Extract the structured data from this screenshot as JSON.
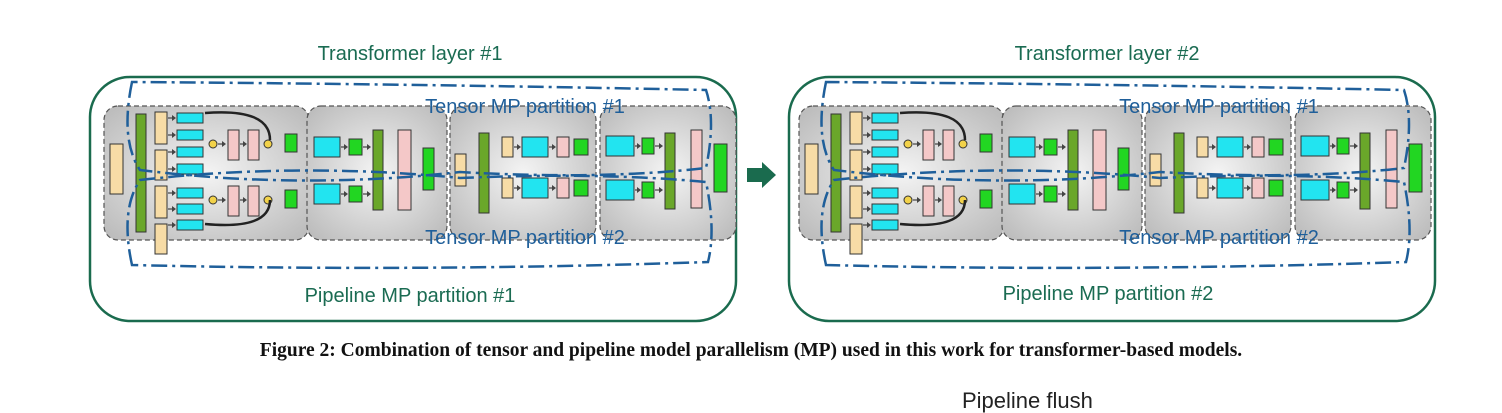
{
  "panels": [
    {
      "title": "Transformer layer #1",
      "tensor_partition_top": "Tensor MP partition #1",
      "tensor_partition_bottom": "Tensor MP partition #2",
      "pipeline_partition": "Pipeline MP partition #1"
    },
    {
      "title": "Transformer layer #2",
      "tensor_partition_top": "Tensor MP partition #1",
      "tensor_partition_bottom": "Tensor MP partition #2",
      "pipeline_partition": "Pipeline MP partition #2"
    }
  ],
  "caption": "Figure 2: Combination of tensor and pipeline model parallelism (MP) used in this work for transformer-based models.",
  "cutoff_text": "Pipeline flush",
  "colors": {
    "panel_border": "#1a6b4e",
    "label_text": "#1a6b52",
    "partition_dash": "#1f5f9a",
    "block_fill": "#d8d8d8",
    "beige": "#f7dca6",
    "olive_green": "#6aa72a",
    "cyan": "#22e4f0",
    "pink": "#f4c8c8",
    "bright_green": "#22d622",
    "arrow": "#1a6b4e"
  }
}
